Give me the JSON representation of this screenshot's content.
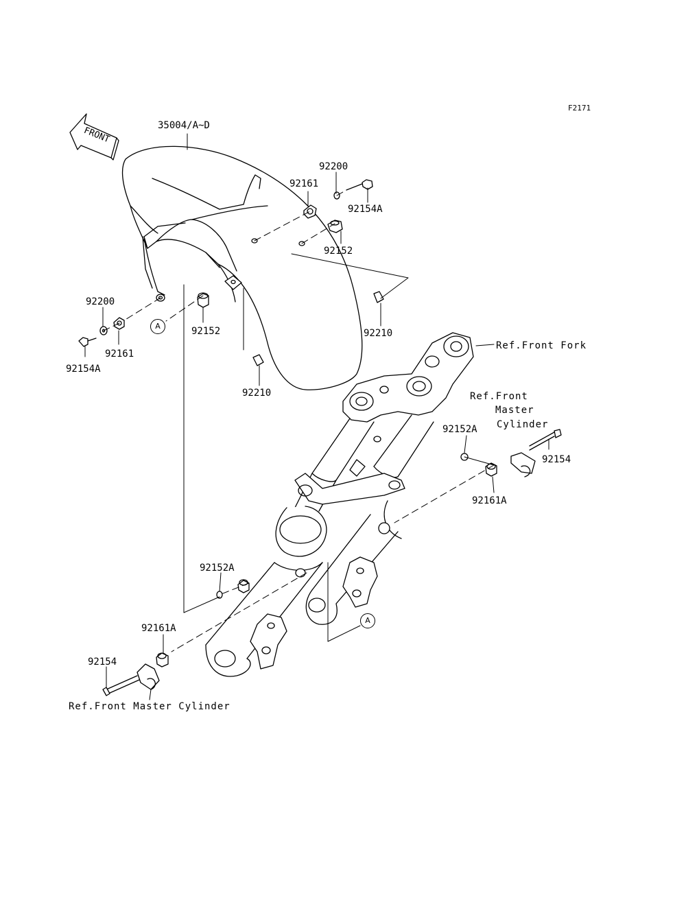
{
  "figure_code": "F2171",
  "front_arrow_text": "FRONT",
  "callout_letter": "A",
  "parts": {
    "fender": "35004/A~D",
    "p92200_top": "92200",
    "p92161_top": "92161",
    "p92154A_top": "92154A",
    "p92152_top": "92152",
    "p92200_left": "92200",
    "p92161_left": "92161",
    "p92154A_left": "92154A",
    "p92152_mid": "92152",
    "p92210_right": "92210",
    "p92210_bottom": "92210",
    "p92152A_right": "92152A",
    "p92161A_right": "92161A",
    "p92154_right": "92154",
    "p92152A_left": "92152A",
    "p92161A_left": "92161A",
    "p92154_left": "92154"
  },
  "refs": {
    "front_fork": "Ref.Front Fork",
    "master_cyl_right_line1": "Ref.Front",
    "master_cyl_right_line2": "Master",
    "master_cyl_right_line3": "Cylinder",
    "master_cyl_left": "Ref.Front Master Cylinder"
  }
}
